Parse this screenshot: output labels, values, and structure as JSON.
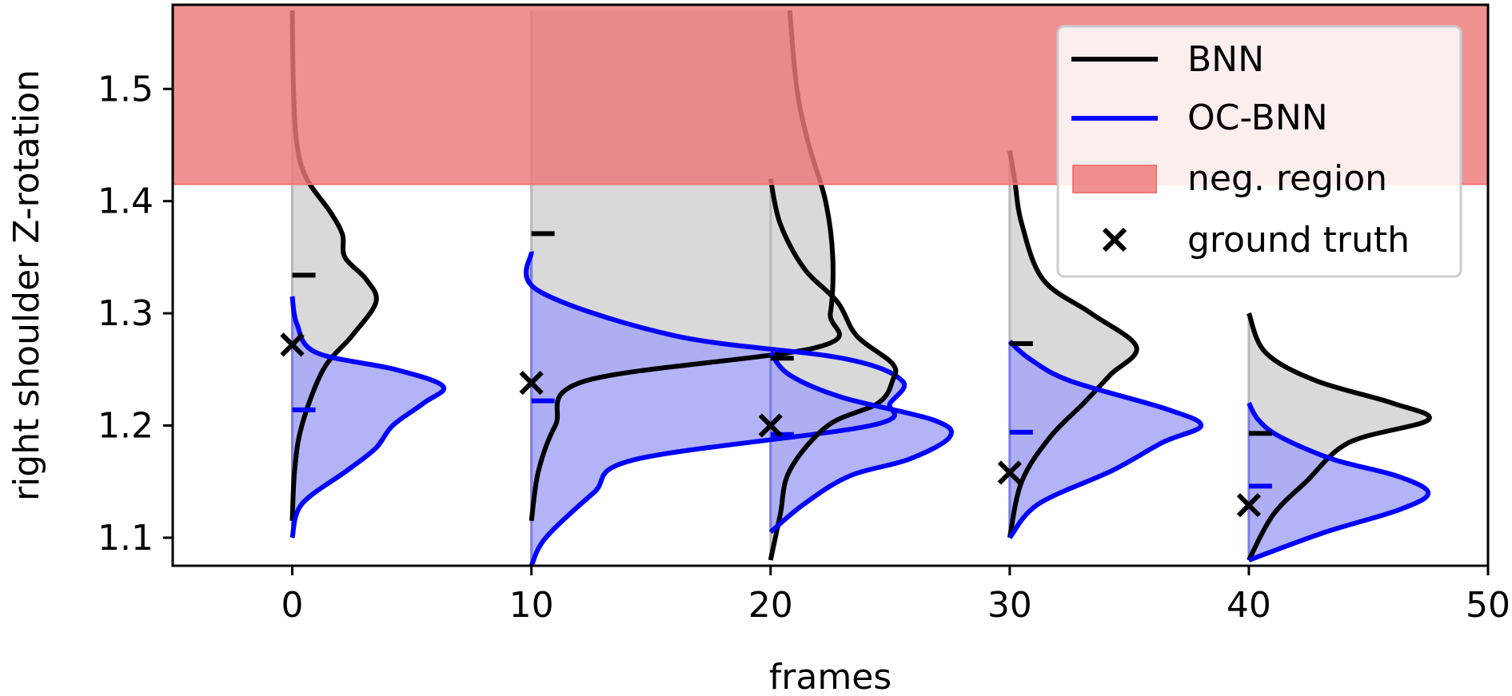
{
  "chart_data": {
    "type": "violin",
    "title": "",
    "xlabel": "frames",
    "ylabel": "right shoulder Z-rotation",
    "xlim": [
      -5,
      50
    ],
    "ylim": [
      1.075,
      1.575
    ],
    "xticks": [
      0,
      10,
      20,
      30,
      40,
      50
    ],
    "yticks": [
      1.1,
      1.2,
      1.3,
      1.4,
      1.5
    ],
    "xtick_labels": [
      "0",
      "10",
      "20",
      "30",
      "40",
      "50"
    ],
    "ytick_labels": [
      "1.1",
      "1.2",
      "1.3",
      "1.4",
      "1.5"
    ],
    "grid": false,
    "legend_position": "top-right",
    "colors": {
      "bnn_line": "#000000",
      "bnn_fill": "#d9d9d9",
      "ocbnn_line": "#0000ff",
      "ocbnn_fill": "#a6a6f7",
      "neg_region": "#ee7777",
      "ground_truth": "#000000"
    },
    "neg_region": {
      "y_from": 1.415,
      "y_to": 1.575,
      "label": "neg. region"
    },
    "legend": {
      "bnn": "BNN",
      "ocbnn": "OC-BNN",
      "neg": "neg. region",
      "gt": "ground truth"
    },
    "frames": [
      {
        "x": 0,
        "ground_truth": 1.272,
        "bnn": {
          "mean": 1.334,
          "density": [
            [
              1.115,
              0.0
            ],
            [
              1.16,
              0.1
            ],
            [
              1.2,
              0.4
            ],
            [
              1.25,
              1.3
            ],
            [
              1.28,
              2.5
            ],
            [
              1.31,
              3.5
            ],
            [
              1.33,
              3.1
            ],
            [
              1.35,
              2.2
            ],
            [
              1.37,
              2.1
            ],
            [
              1.39,
              1.6
            ],
            [
              1.42,
              0.6
            ],
            [
              1.45,
              0.2
            ],
            [
              1.5,
              0.05
            ],
            [
              1.57,
              0.0
            ]
          ]
        },
        "ocbnn": {
          "mean": 1.214,
          "density": [
            [
              1.1,
              0.0
            ],
            [
              1.13,
              0.4
            ],
            [
              1.16,
              2.3
            ],
            [
              1.18,
              3.5
            ],
            [
              1.2,
              4.2
            ],
            [
              1.22,
              5.5
            ],
            [
              1.235,
              6.3
            ],
            [
              1.25,
              4.3
            ],
            [
              1.265,
              1.0
            ],
            [
              1.29,
              0.2
            ],
            [
              1.315,
              0.0
            ]
          ]
        }
      },
      {
        "x": 10,
        "ground_truth": 1.238,
        "bnn": {
          "mean": 1.371,
          "density": [
            [
              1.115,
              0.0
            ],
            [
              1.16,
              0.3
            ],
            [
              1.2,
              1.0
            ],
            [
              1.24,
              2.3
            ],
            [
              1.27,
              12.0
            ],
            [
              1.3,
              12.5
            ],
            [
              1.35,
              12.6
            ],
            [
              1.4,
              12.3
            ],
            [
              1.45,
              11.6
            ],
            [
              1.5,
              11.1
            ],
            [
              1.57,
              10.8
            ]
          ]
        },
        "ocbnn": {
          "mean": 1.222,
          "density": [
            [
              1.075,
              0.0
            ],
            [
              1.1,
              0.6
            ],
            [
              1.14,
              2.6
            ],
            [
              1.17,
              4.4
            ],
            [
              1.2,
              14.2
            ],
            [
              1.22,
              15.0
            ],
            [
              1.24,
              15.5
            ],
            [
              1.26,
              13.0
            ],
            [
              1.28,
              6.0
            ],
            [
              1.32,
              0.3
            ],
            [
              1.355,
              0.0
            ]
          ]
        }
      },
      {
        "x": 20,
        "ground_truth": 1.2,
        "bnn": {
          "mean": 1.26,
          "density": [
            [
              1.08,
              0.0
            ],
            [
              1.12,
              0.4
            ],
            [
              1.16,
              0.8
            ],
            [
              1.2,
              2.4
            ],
            [
              1.22,
              4.5
            ],
            [
              1.24,
              5.1
            ],
            [
              1.255,
              5.1
            ],
            [
              1.28,
              3.6
            ],
            [
              1.31,
              2.8
            ],
            [
              1.34,
              1.4
            ],
            [
              1.38,
              0.4
            ],
            [
              1.42,
              0.0
            ]
          ]
        },
        "ocbnn": {
          "mean": 1.192,
          "density": [
            [
              1.105,
              0.0
            ],
            [
              1.13,
              1.4
            ],
            [
              1.155,
              3.3
            ],
            [
              1.17,
              5.8
            ],
            [
              1.19,
              7.5
            ],
            [
              1.205,
              6.8
            ],
            [
              1.225,
              3.0
            ],
            [
              1.245,
              0.8
            ],
            [
              1.265,
              0.0
            ]
          ]
        }
      },
      {
        "x": 30,
        "ground_truth": 1.158,
        "bnn": {
          "mean": 1.273,
          "density": [
            [
              1.1,
              0.0
            ],
            [
              1.15,
              0.5
            ],
            [
              1.19,
              1.7
            ],
            [
              1.22,
              3.1
            ],
            [
              1.245,
              4.2
            ],
            [
              1.27,
              5.3
            ],
            [
              1.3,
              3.4
            ],
            [
              1.33,
              1.4
            ],
            [
              1.38,
              0.5
            ],
            [
              1.42,
              0.2
            ],
            [
              1.445,
              0.0
            ]
          ]
        },
        "ocbnn": {
          "mean": 1.194,
          "density": [
            [
              1.1,
              0.0
            ],
            [
              1.13,
              1.2
            ],
            [
              1.16,
              4.3
            ],
            [
              1.185,
              6.4
            ],
            [
              1.2,
              8.0
            ],
            [
              1.215,
              6.5
            ],
            [
              1.24,
              2.5
            ],
            [
              1.26,
              0.8
            ],
            [
              1.275,
              0.0
            ]
          ]
        }
      },
      {
        "x": 40,
        "ground_truth": 1.129,
        "bnn": {
          "mean": 1.193,
          "density": [
            [
              1.08,
              0.0
            ],
            [
              1.12,
              1.0
            ],
            [
              1.15,
              2.4
            ],
            [
              1.185,
              4.2
            ],
            [
              1.205,
              7.5
            ],
            [
              1.22,
              6.0
            ],
            [
              1.24,
              2.8
            ],
            [
              1.265,
              0.7
            ],
            [
              1.3,
              0.0
            ]
          ]
        },
        "ocbnn": {
          "mean": 1.146,
          "density": [
            [
              1.08,
              0.0
            ],
            [
              1.105,
              3.2
            ],
            [
              1.125,
              6.3
            ],
            [
              1.14,
              7.5
            ],
            [
              1.155,
              6.2
            ],
            [
              1.17,
              3.5
            ],
            [
              1.19,
              1.3
            ],
            [
              1.205,
              0.4
            ],
            [
              1.22,
              0.0
            ]
          ]
        }
      }
    ]
  }
}
